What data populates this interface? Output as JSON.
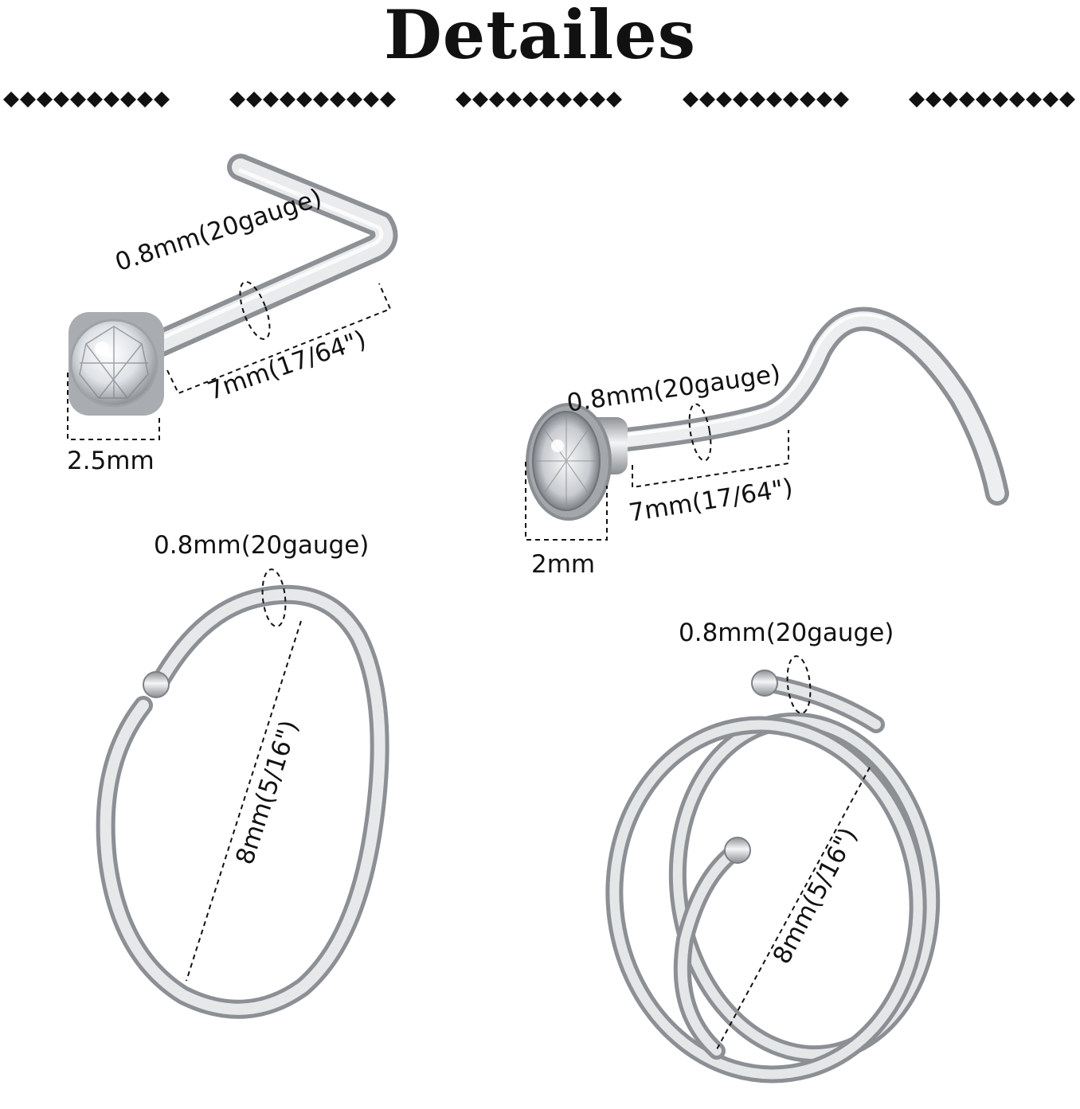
{
  "title": "Detailes",
  "items": {
    "l_shape": {
      "wire": "0.8mm(20gauge)",
      "length": "7mm(17/64\")",
      "stone": "2.5mm"
    },
    "screw": {
      "wire": "0.8mm(20gauge)",
      "length": "7mm(17/64\")",
      "stone": "2mm"
    },
    "hoop": {
      "wire": "0.8mm(20gauge)",
      "diameter": "8mm(5/16\")"
    },
    "spiral": {
      "wire": "0.8mm(20gauge)",
      "diameter": "8mm(5/16\")"
    }
  },
  "colors": {
    "metal": "#c7c9cc",
    "text": "#111111",
    "background": "#ffffff"
  }
}
